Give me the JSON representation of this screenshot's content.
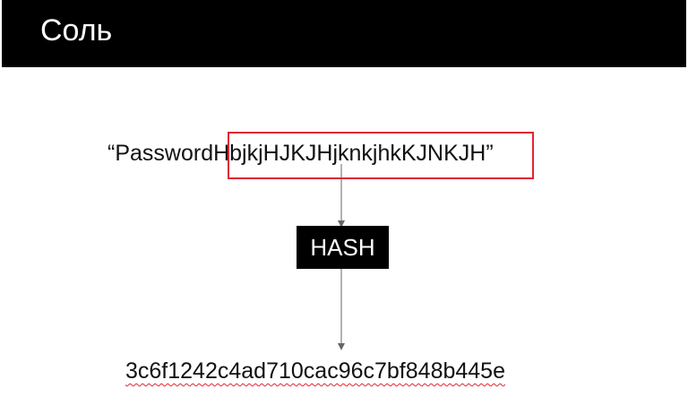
{
  "slide": {
    "title": "Соль"
  },
  "input": {
    "open_quote": "“",
    "password": "Password",
    "salt": "HbjkjHJKJHjknkjhkKJNKJH",
    "close_quote": "”"
  },
  "hash_box": {
    "label": "HASH"
  },
  "output": {
    "digest": "3c6f1242c4ad710cac96c7bf848b445e"
  },
  "colors": {
    "title_background": "#000000",
    "highlight_border": "#e02533",
    "arrow": "#666666"
  }
}
